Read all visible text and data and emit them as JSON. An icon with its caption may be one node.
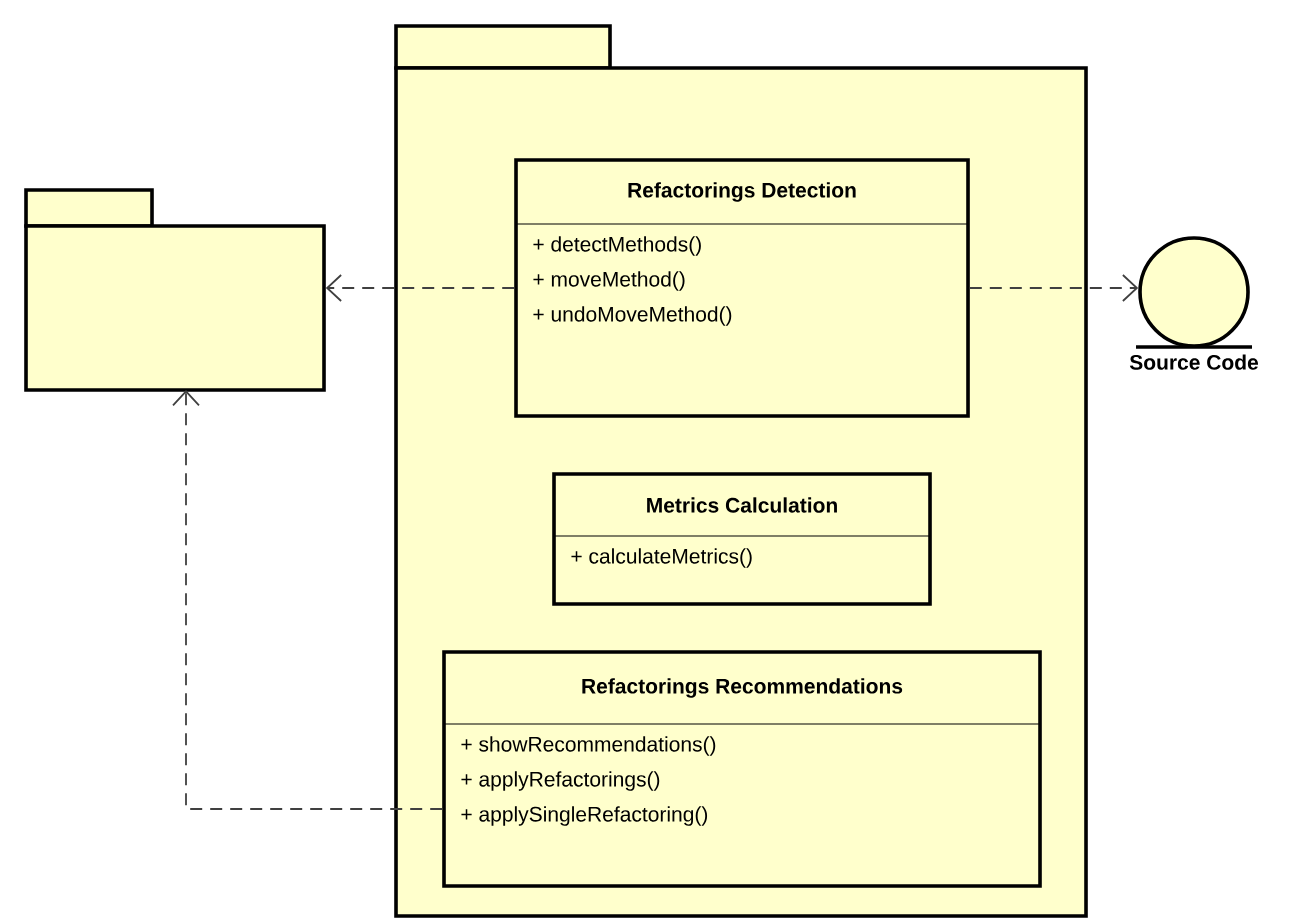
{
  "diagram": {
    "nodes": [
      {
        "text": [],
        "shape": "folder"
      },
      {
        "text": [
          "Refactorings Detection",
          "+ detectMethods()",
          "+ moveMethod()",
          "+ undoMoveMethod()"
        ],
        "in": 0
      },
      {
        "text": [
          "Metrics Calculation",
          "+ calculateMetrics()"
        ],
        "in": 0
      },
      {
        "text": [
          "Refactorings Recommendations",
          "+ showRecommendations()",
          "+ applyRefactorings()",
          "+ applySingleRefactoring()"
        ],
        "in": 0
      },
      {
        "text": [],
        "shape": "folder"
      },
      {
        "text": [
          "Source Code"
        ]
      }
    ],
    "edges": [
      {
        "from": 1,
        "to": 4,
        "arrow": "to",
        "style": "dashed"
      },
      {
        "from": 1,
        "to": 5,
        "arrow": "to",
        "style": "dashed"
      },
      {
        "from": 3,
        "to": 4,
        "arrow": "to",
        "style": "dashed"
      }
    ]
  }
}
